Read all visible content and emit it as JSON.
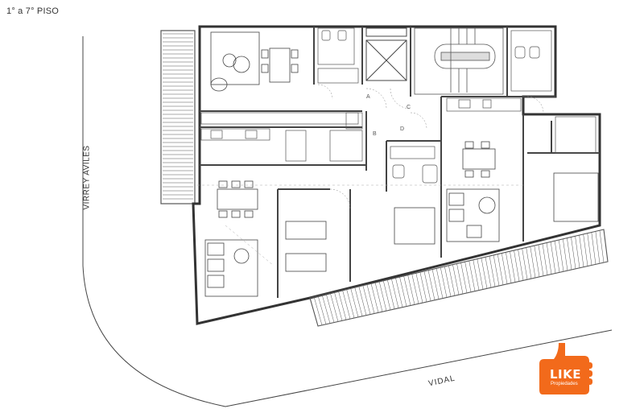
{
  "floor_label": "1° a 7° PISO",
  "streets": {
    "vertical": "VIRREY AVILES",
    "horizontal": "VIDAL"
  },
  "markers": {
    "a": "A",
    "b": "B",
    "c": "C",
    "d": "D"
  },
  "logo": {
    "brand": "LIKE",
    "subtitle": "Propiedades",
    "color": "#f26a1b"
  }
}
